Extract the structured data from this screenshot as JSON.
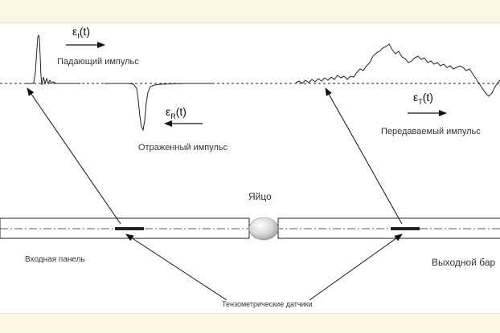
{
  "symbols": {
    "incident": {
      "main": "ε",
      "sub": "I",
      "arg": "(t)"
    },
    "reflected": {
      "main": "ε",
      "sub": "R",
      "arg": "(t)"
    },
    "transmitted": {
      "main": "ε",
      "sub": "T",
      "arg": "(t)"
    }
  },
  "labels": {
    "incident_pulse": "Падающий импульс",
    "reflected_pulse": "Отраженный импульс",
    "transmitted_pulse": "Передаваемый импульс",
    "specimen": "Яйцо",
    "input_bar": "Входная панель",
    "output_bar": "Выходной бар",
    "strain_gauges": "Тензометрические датчики"
  },
  "colors": {
    "background": "#fdf6e4",
    "panel": "#ffffff",
    "line": "#111111",
    "specimen": "#d9d9d9"
  }
}
